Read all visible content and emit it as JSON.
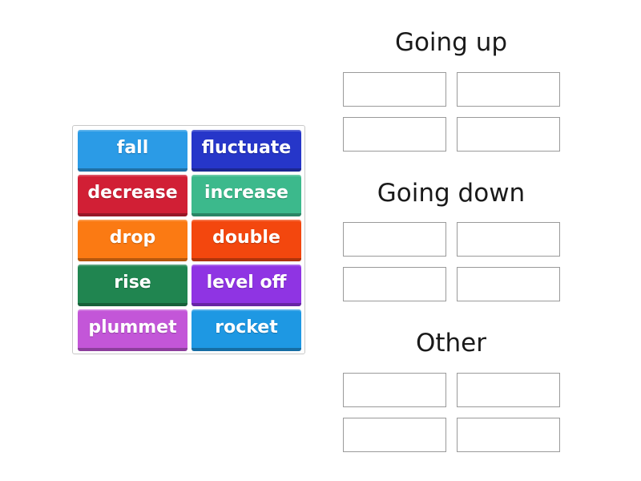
{
  "word_bank": {
    "tiles": [
      {
        "label": "fall",
        "color": "#2b9be6"
      },
      {
        "label": "fluctuate",
        "color": "#2636c9"
      },
      {
        "label": "decrease",
        "color": "#d11f35"
      },
      {
        "label": "increase",
        "color": "#3cb98c"
      },
      {
        "label": "drop",
        "color": "#fb7a13"
      },
      {
        "label": "double",
        "color": "#f3470e"
      },
      {
        "label": "rise",
        "color": "#208550"
      },
      {
        "label": "level off",
        "color": "#8f34e3"
      },
      {
        "label": "plummet",
        "color": "#c356d8"
      },
      {
        "label": "rocket",
        "color": "#1e98e3"
      }
    ]
  },
  "groups": [
    {
      "title": "Going up"
    },
    {
      "title": "Going down"
    },
    {
      "title": "Other"
    }
  ]
}
